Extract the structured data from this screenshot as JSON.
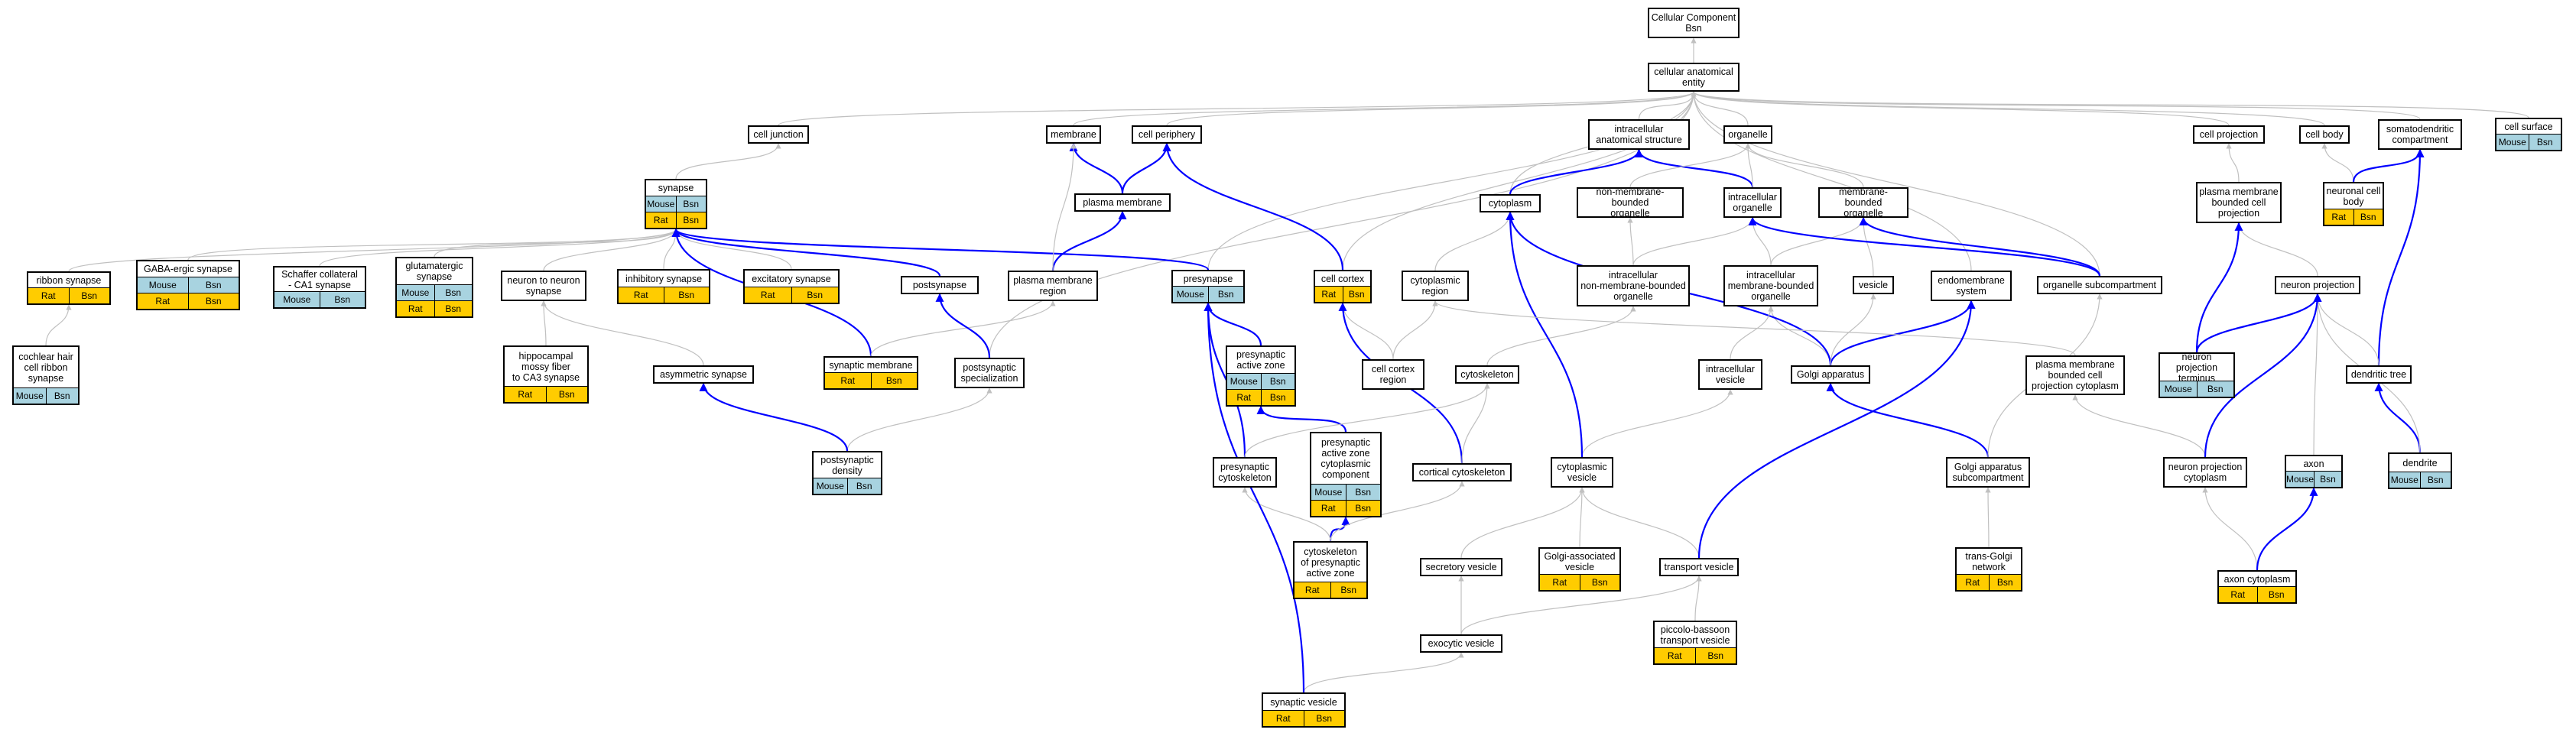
{
  "colors": {
    "edge_gray": "#c0c0c0",
    "edge_blue": "#0000ff",
    "mouse": "#a8d3e0",
    "rat": "#ffcc00",
    "border": "#000000"
  },
  "nodes": {
    "root": {
      "label": "Cellular Component\nBsn",
      "annotations": []
    },
    "cae": {
      "label": "cellular anatomical\nentity",
      "annotations": []
    },
    "cell_junction": {
      "label": "cell junction",
      "annotations": []
    },
    "membrane": {
      "label": "membrane",
      "annotations": []
    },
    "cell_periphery": {
      "label": "cell periphery",
      "annotations": []
    },
    "ias": {
      "label": "intracellular\nanatomical structure",
      "annotations": []
    },
    "organelle": {
      "label": "organelle",
      "annotations": []
    },
    "cell_projection": {
      "label": "cell projection",
      "annotations": []
    },
    "cell_body": {
      "label": "cell body",
      "annotations": []
    },
    "somatodendritic": {
      "label": "somatodendritic\ncompartment",
      "annotations": []
    },
    "cell_surface": {
      "label": "cell surface",
      "annotations": [
        [
          "Mouse",
          "Bsn"
        ]
      ]
    },
    "synapse": {
      "label": "synapse",
      "annotations": [
        [
          "Mouse",
          "Bsn"
        ],
        [
          "Rat",
          "Bsn"
        ]
      ]
    },
    "plasma_membrane": {
      "label": "plasma membrane",
      "annotations": []
    },
    "cytoplasm": {
      "label": "cytoplasm",
      "annotations": []
    },
    "nmbo": {
      "label": "non-membrane-bounded\norganelle",
      "annotations": []
    },
    "intracellular_organelle": {
      "label": "intracellular\norganelle",
      "annotations": []
    },
    "mbo": {
      "label": "membrane-bounded\norganelle",
      "annotations": []
    },
    "pmbcp": {
      "label": "plasma membrane\nbounded cell\nprojection",
      "annotations": []
    },
    "neuronal_cell_body": {
      "label": "neuronal cell\nbody",
      "annotations": [
        [
          "Rat",
          "Bsn"
        ]
      ]
    },
    "ribbon_synapse": {
      "label": "ribbon synapse",
      "annotations": [
        [
          "Rat",
          "Bsn"
        ]
      ]
    },
    "gaba_synapse": {
      "label": "GABA-ergic synapse",
      "annotations": [
        [
          "Mouse",
          "Bsn"
        ],
        [
          "Rat",
          "Bsn"
        ]
      ]
    },
    "schaffer": {
      "label": "Schaffer collateral\n- CA1 synapse",
      "annotations": [
        [
          "Mouse",
          "Bsn"
        ]
      ]
    },
    "glutamatergic": {
      "label": "glutamatergic\nsynapse",
      "annotations": [
        [
          "Mouse",
          "Bsn"
        ],
        [
          "Rat",
          "Bsn"
        ]
      ]
    },
    "n2n_synapse": {
      "label": "neuron to neuron\nsynapse",
      "annotations": []
    },
    "inhibitory": {
      "label": "inhibitory synapse",
      "annotations": [
        [
          "Rat",
          "Bsn"
        ]
      ]
    },
    "excitatory": {
      "label": "excitatory synapse",
      "annotations": [
        [
          "Rat",
          "Bsn"
        ]
      ]
    },
    "postsynapse": {
      "label": "postsynapse",
      "annotations": []
    },
    "pm_region": {
      "label": "plasma membrane\nregion",
      "annotations": []
    },
    "presynapse": {
      "label": "presynapse",
      "annotations": [
        [
          "Mouse",
          "Bsn"
        ]
      ]
    },
    "cell_cortex": {
      "label": "cell cortex",
      "annotations": [
        [
          "Rat",
          "Bsn"
        ]
      ]
    },
    "cytoplasmic_region": {
      "label": "cytoplasmic\nregion",
      "annotations": []
    },
    "inmbo": {
      "label": "intracellular\nnon-membrane-bounded\norganelle",
      "annotations": []
    },
    "imbo": {
      "label": "intracellular\nmembrane-bounded\norganelle",
      "annotations": []
    },
    "vesicle": {
      "label": "vesicle",
      "annotations": []
    },
    "endomembrane": {
      "label": "endomembrane\nsystem",
      "annotations": []
    },
    "organelle_sub": {
      "label": "organelle subcompartment",
      "annotations": []
    },
    "neuron_projection": {
      "label": "neuron projection",
      "annotations": []
    },
    "cochlear": {
      "label": "cochlear hair\ncell ribbon\nsynapse",
      "annotations": [
        [
          "Mouse",
          "Bsn"
        ]
      ]
    },
    "hippocampal": {
      "label": "hippocampal\nmossy fiber\nto CA3 synapse",
      "annotations": [
        [
          "Rat",
          "Bsn"
        ]
      ]
    },
    "synaptic_membrane": {
      "label": "synaptic membrane",
      "annotations": [
        [
          "Rat",
          "Bsn"
        ]
      ]
    },
    "postsyn_spec": {
      "label": "postsynaptic\nspecialization",
      "annotations": []
    },
    "asymmetric": {
      "label": "asymmetric synapse",
      "annotations": []
    },
    "pre_active_zone": {
      "label": "presynaptic\nactive zone",
      "annotations": [
        [
          "Mouse",
          "Bsn"
        ],
        [
          "Rat",
          "Bsn"
        ]
      ]
    },
    "cell_cortex_region": {
      "label": "cell cortex\nregion",
      "annotations": []
    },
    "cytoskeleton": {
      "label": "cytoskeleton",
      "annotations": []
    },
    "intracellular_vesicle": {
      "label": "intracellular\nvesicle",
      "annotations": []
    },
    "golgi": {
      "label": "Golgi apparatus",
      "annotations": []
    },
    "pmbcpc": {
      "label": "plasma membrane\nbounded cell\nprojection cytoplasm",
      "annotations": []
    },
    "npt": {
      "label": "neuron projection\nterminus",
      "annotations": [
        [
          "Mouse",
          "Bsn"
        ]
      ]
    },
    "dendritic_tree": {
      "label": "dendritic tree",
      "annotations": []
    },
    "postsyn_density": {
      "label": "postsynaptic\ndensity",
      "annotations": [
        [
          "Mouse",
          "Bsn"
        ]
      ]
    },
    "pre_cytoskeleton": {
      "label": "presynaptic\ncytoskeleton",
      "annotations": []
    },
    "pazcc": {
      "label": "presynaptic\nactive zone\ncytoplasmic\ncomponent",
      "annotations": [
        [
          "Mouse",
          "Bsn"
        ],
        [
          "Rat",
          "Bsn"
        ]
      ]
    },
    "cortical_cytoskeleton": {
      "label": "cortical cytoskeleton",
      "annotations": []
    },
    "cytoplasmic_vesicle": {
      "label": "cytoplasmic\nvesicle",
      "annotations": []
    },
    "golgi_sub": {
      "label": "Golgi apparatus\nsubcompartment",
      "annotations": []
    },
    "np_cytoplasm": {
      "label": "neuron projection\ncytoplasm",
      "annotations": []
    },
    "axon": {
      "label": "axon",
      "annotations": [
        [
          "Mouse",
          "Bsn"
        ]
      ]
    },
    "dendrite": {
      "label": "dendrite",
      "annotations": [
        [
          "Mouse",
          "Bsn"
        ]
      ]
    },
    "cytoskel_paz": {
      "label": "cytoskeleton\nof presynaptic\nactive zone",
      "annotations": [
        [
          "Rat",
          "Bsn"
        ]
      ]
    },
    "secretory_vesicle": {
      "label": "secretory vesicle",
      "annotations": []
    },
    "golgi_vesicle": {
      "label": "Golgi-associated\nvesicle",
      "annotations": [
        [
          "Rat",
          "Bsn"
        ]
      ]
    },
    "transport_vesicle": {
      "label": "transport vesicle",
      "annotations": []
    },
    "trans_golgi": {
      "label": "trans-Golgi\nnetwork",
      "annotations": [
        [
          "Rat",
          "Bsn"
        ]
      ]
    },
    "axon_cytoplasm": {
      "label": "axon cytoplasm",
      "annotations": [
        [
          "Rat",
          "Bsn"
        ]
      ]
    },
    "exocytic_vesicle": {
      "label": "exocytic vesicle",
      "annotations": []
    },
    "piccolo": {
      "label": "piccolo-bassoon\ntransport vesicle",
      "annotations": [
        [
          "Rat",
          "Bsn"
        ]
      ]
    },
    "synaptic_vesicle": {
      "label": "synaptic vesicle",
      "annotations": [
        [
          "Rat",
          "Bsn"
        ]
      ]
    }
  },
  "edges": [
    [
      "cae",
      "root",
      "gray"
    ],
    [
      "cell_junction",
      "cae",
      "gray"
    ],
    [
      "membrane",
      "cae",
      "gray"
    ],
    [
      "cell_periphery",
      "cae",
      "gray"
    ],
    [
      "ias",
      "cae",
      "gray"
    ],
    [
      "organelle",
      "cae",
      "gray"
    ],
    [
      "cell_projection",
      "cae",
      "gray"
    ],
    [
      "cell_body",
      "cae",
      "gray"
    ],
    [
      "somatodendritic",
      "cae",
      "gray"
    ],
    [
      "cell_surface",
      "cae",
      "gray"
    ],
    [
      "cytoplasm",
      "cae",
      "gray"
    ],
    [
      "cell_cortex",
      "cae",
      "gray"
    ],
    [
      "presynapse",
      "cae",
      "gray"
    ],
    [
      "endomembrane",
      "cae",
      "gray"
    ],
    [
      "organelle_sub",
      "cae",
      "gray"
    ],
    [
      "postsyn_spec",
      "cae",
      "gray"
    ],
    [
      "synapse",
      "cell_junction",
      "gray"
    ],
    [
      "plasma_membrane",
      "membrane",
      "blue"
    ],
    [
      "plasma_membrane",
      "cell_periphery",
      "blue"
    ],
    [
      "cell_cortex",
      "cell_periphery",
      "blue"
    ],
    [
      "cytoplasm",
      "ias",
      "blue"
    ],
    [
      "intracellular_organelle",
      "ias",
      "blue"
    ],
    [
      "intracellular_organelle",
      "organelle",
      "gray"
    ],
    [
      "mbo",
      "organelle",
      "gray"
    ],
    [
      "nmbo",
      "organelle",
      "gray"
    ],
    [
      "pmbcp",
      "cell_projection",
      "gray"
    ],
    [
      "neuronal_cell_body",
      "cell_body",
      "gray"
    ],
    [
      "neuronal_cell_body",
      "somatodendritic",
      "blue"
    ],
    [
      "dendritic_tree",
      "somatodendritic",
      "blue"
    ],
    [
      "ribbon_synapse",
      "synapse",
      "gray"
    ],
    [
      "gaba_synapse",
      "synapse",
      "gray"
    ],
    [
      "schaffer",
      "synapse",
      "gray"
    ],
    [
      "glutamatergic",
      "synapse",
      "gray"
    ],
    [
      "n2n_synapse",
      "synapse",
      "gray"
    ],
    [
      "inhibitory",
      "synapse",
      "gray"
    ],
    [
      "excitatory",
      "synapse",
      "gray"
    ],
    [
      "postsynapse",
      "synapse",
      "blue"
    ],
    [
      "presynapse",
      "synapse",
      "blue"
    ],
    [
      "synaptic_membrane",
      "synapse",
      "blue"
    ],
    [
      "pm_region",
      "plasma_membrane",
      "blue"
    ],
    [
      "pm_region",
      "membrane",
      "gray"
    ],
    [
      "inmbo",
      "nmbo",
      "gray"
    ],
    [
      "inmbo",
      "intracellular_organelle",
      "gray"
    ],
    [
      "imbo",
      "intracellular_organelle",
      "gray"
    ],
    [
      "imbo",
      "mbo",
      "gray"
    ],
    [
      "vesicle",
      "mbo",
      "gray"
    ],
    [
      "organelle_sub",
      "intracellular_organelle",
      "blue"
    ],
    [
      "organelle_sub",
      "mbo",
      "blue"
    ],
    [
      "neuron_projection",
      "pmbcp",
      "gray"
    ],
    [
      "npt",
      "pmbcp",
      "blue"
    ],
    [
      "cochlear",
      "ribbon_synapse",
      "gray"
    ],
    [
      "hippocampal",
      "n2n_synapse",
      "gray"
    ],
    [
      "asymmetric",
      "n2n_synapse",
      "gray"
    ],
    [
      "synaptic_membrane",
      "pm_region",
      "gray"
    ],
    [
      "postsyn_spec",
      "postsynapse",
      "blue"
    ],
    [
      "postsyn_density",
      "postsyn_spec",
      "gray"
    ],
    [
      "postsyn_density",
      "asymmetric",
      "blue"
    ],
    [
      "pre_active_zone",
      "presynapse",
      "blue"
    ],
    [
      "pre_cytoskeleton",
      "presynapse",
      "blue"
    ],
    [
      "pazcc",
      "pre_active_zone",
      "blue"
    ],
    [
      "cytoskel_paz",
      "pazcc",
      "blue"
    ],
    [
      "cytoplasmic_region",
      "cytoplasm",
      "gray"
    ],
    [
      "cell_cortex_region",
      "cell_cortex",
      "gray"
    ],
    [
      "cell_cortex_region",
      "cytoplasmic_region",
      "gray"
    ],
    [
      "cortical_cytoskeleton",
      "cell_cortex",
      "blue"
    ],
    [
      "cortical_cytoskeleton",
      "cytoskeleton",
      "gray"
    ],
    [
      "cytoskeleton",
      "inmbo",
      "gray"
    ],
    [
      "pre_cytoskeleton",
      "cytoskeleton",
      "gray"
    ],
    [
      "cytoskel_paz",
      "cortical_cytoskeleton",
      "gray"
    ],
    [
      "cytoskel_paz",
      "pre_cytoskeleton",
      "gray"
    ],
    [
      "golgi",
      "imbo",
      "gray"
    ],
    [
      "golgi",
      "endomembrane",
      "blue"
    ],
    [
      "golgi",
      "cytoplasm",
      "blue"
    ],
    [
      "golgi",
      "vesicle",
      "gray"
    ],
    [
      "intracellular_vesicle",
      "imbo",
      "gray"
    ],
    [
      "cytoplasmic_vesicle",
      "intracellular_vesicle",
      "gray"
    ],
    [
      "cytoplasmic_vesicle",
      "cytoplasm",
      "blue"
    ],
    [
      "golgi_sub",
      "golgi",
      "blue"
    ],
    [
      "golgi_sub",
      "organelle_sub",
      "gray"
    ],
    [
      "trans_golgi",
      "golgi_sub",
      "gray"
    ],
    [
      "pmbcpc",
      "cytoplasmic_region",
      "gray"
    ],
    [
      "np_cytoplasm",
      "pmbcpc",
      "gray"
    ],
    [
      "axon_cytoplasm",
      "np_cytoplasm",
      "gray"
    ],
    [
      "axon_cytoplasm",
      "axon",
      "blue"
    ],
    [
      "axon",
      "neuron_projection",
      "gray"
    ],
    [
      "dendrite",
      "dendritic_tree",
      "blue"
    ],
    [
      "dendrite",
      "neuron_projection",
      "gray"
    ],
    [
      "dendritic_tree",
      "neuron_projection",
      "gray"
    ],
    [
      "npt",
      "neuron_projection",
      "blue"
    ],
    [
      "np_cytoplasm",
      "neuron_projection",
      "blue"
    ],
    [
      "secretory_vesicle",
      "cytoplasmic_vesicle",
      "gray"
    ],
    [
      "golgi_vesicle",
      "cytoplasmic_vesicle",
      "gray"
    ],
    [
      "transport_vesicle",
      "cytoplasmic_vesicle",
      "gray"
    ],
    [
      "transport_vesicle",
      "endomembrane",
      "blue"
    ],
    [
      "exocytic_vesicle",
      "secretory_vesicle",
      "gray"
    ],
    [
      "exocytic_vesicle",
      "transport_vesicle",
      "gray"
    ],
    [
      "piccolo",
      "transport_vesicle",
      "gray"
    ],
    [
      "synaptic_vesicle",
      "exocytic_vesicle",
      "gray"
    ],
    [
      "synaptic_vesicle",
      "presynapse",
      "blue"
    ]
  ]
}
